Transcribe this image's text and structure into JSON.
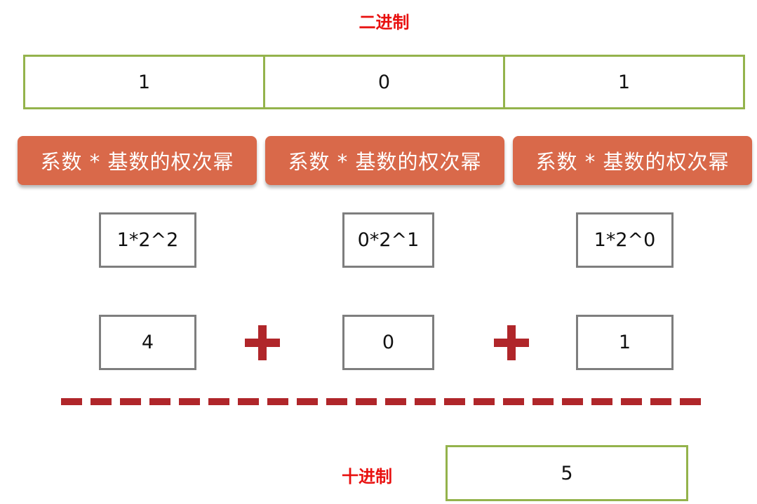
{
  "binary_title": "二进制",
  "binary_digits": [
    "1",
    "0",
    "1"
  ],
  "formula_label": "系数 * 基数的权次幂",
  "terms": [
    "1*2^2",
    "0*2^1",
    "1*2^0"
  ],
  "values": [
    "4",
    "0",
    "1"
  ],
  "decimal_title": "十进制",
  "decimal_result": "5",
  "colors": {
    "title_red": "#e8100f",
    "cell_green": "#94b34c",
    "label_orange": "#d9694a",
    "operator_red": "#b0262a",
    "box_gray": "#7e7e7e"
  }
}
